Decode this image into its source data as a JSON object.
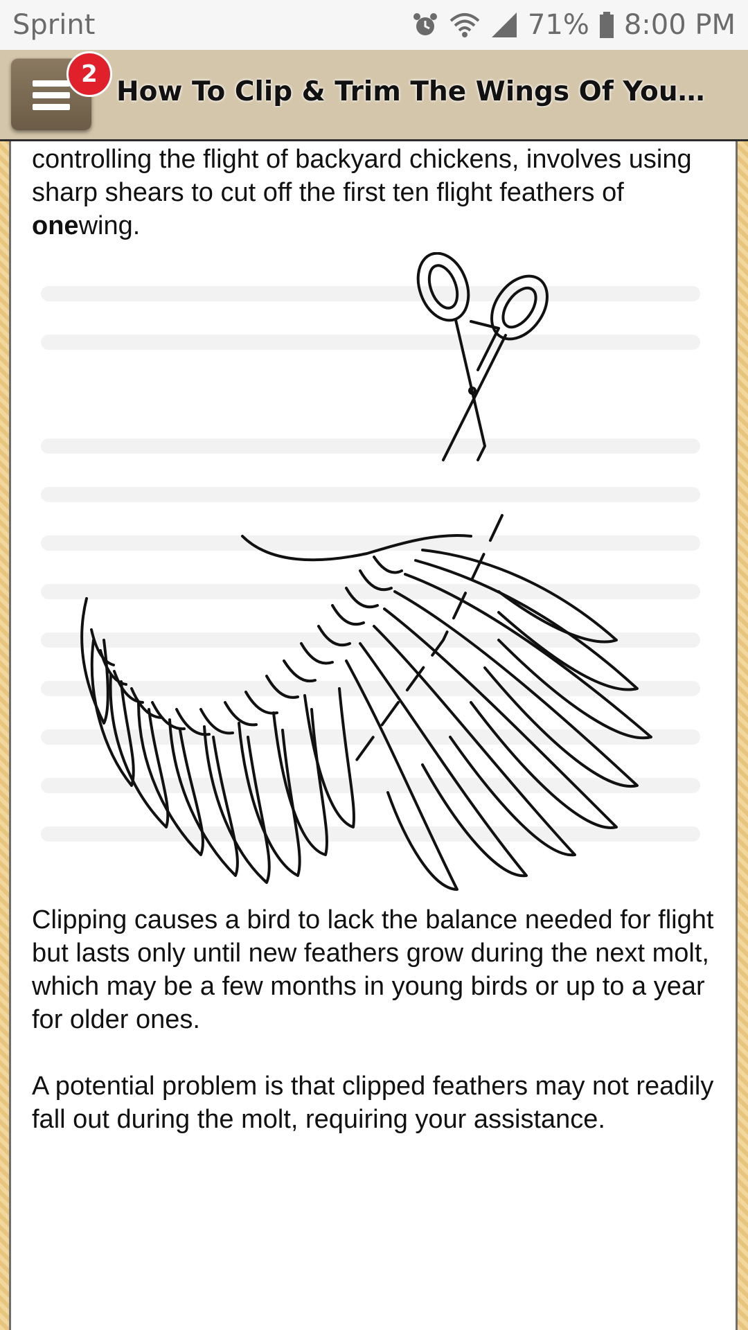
{
  "status_bar": {
    "carrier": "Sprint",
    "battery": "71%",
    "time": "8:00 PM",
    "icons": [
      "alarm-icon",
      "wifi-icon",
      "signal-icon",
      "battery-icon"
    ]
  },
  "app_bar": {
    "title": "How To Clip & Trim The Wings Of You…",
    "badge_count": "2",
    "menu_icon": "hamburger-menu-icon"
  },
  "article": {
    "p1_part1": "controlling the flight of backyard chickens, involves using sharp shears to cut off the first ten flight feathers of ",
    "p1_bold": "one",
    "p1_part2": "wing.",
    "p2": "Clipping causes a bird to lack the balance needed for flight but lasts only until new feathers grow during the next molt, which may be a few months in young birds or up to a year for older ones.",
    "p3": "A potential problem is that clipped feathers may not readily fall out during the molt, requiring your assistance."
  },
  "colors": {
    "status_bg": "#f6f6f6",
    "appbar_bg": "#d4c6aa",
    "menu_btn": "#7a6a53",
    "badge": "#e0202a",
    "frame": "#f1d79c"
  }
}
